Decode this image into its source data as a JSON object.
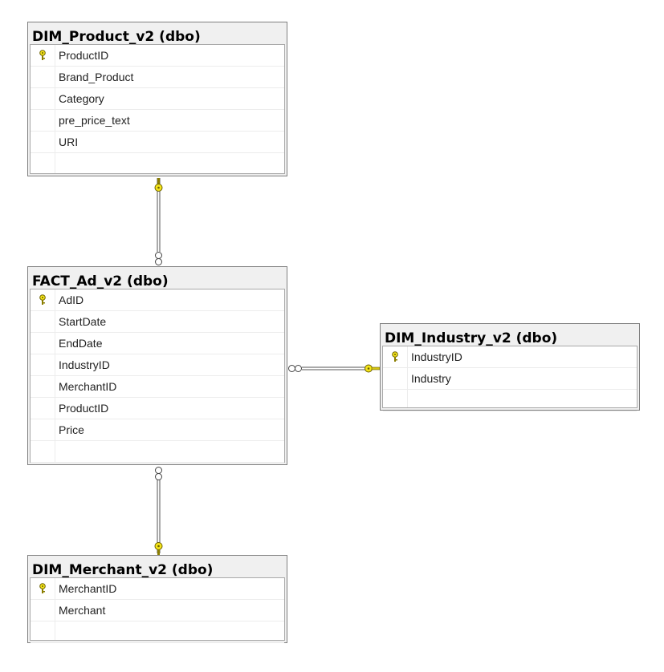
{
  "diagram": {
    "key_color": "#f5e51a",
    "tables": [
      {
        "id": "dim-product",
        "title": "DIM_Product_v2 (dbo)",
        "columns": [
          {
            "name": "ProductID",
            "primary_key": true
          },
          {
            "name": "Brand_Product",
            "primary_key": false
          },
          {
            "name": "Category",
            "primary_key": false
          },
          {
            "name": "pre_price_text",
            "primary_key": false
          },
          {
            "name": "URI",
            "primary_key": false
          }
        ]
      },
      {
        "id": "fact-ad",
        "title": "FACT_Ad_v2 (dbo)",
        "columns": [
          {
            "name": "AdID",
            "primary_key": true
          },
          {
            "name": "StartDate",
            "primary_key": false
          },
          {
            "name": "EndDate",
            "primary_key": false
          },
          {
            "name": "IndustryID",
            "primary_key": false
          },
          {
            "name": "MerchantID",
            "primary_key": false
          },
          {
            "name": "ProductID",
            "primary_key": false
          },
          {
            "name": "Price",
            "primary_key": false
          }
        ]
      },
      {
        "id": "dim-industry",
        "title": "DIM_Industry_v2 (dbo)",
        "columns": [
          {
            "name": "IndustryID",
            "primary_key": true
          },
          {
            "name": "Industry",
            "primary_key": false
          }
        ]
      },
      {
        "id": "dim-merchant",
        "title": "DIM_Merchant_v2 (dbo)",
        "columns": [
          {
            "name": "MerchantID",
            "primary_key": true
          },
          {
            "name": "Merchant",
            "primary_key": false
          }
        ]
      }
    ],
    "relationships": [
      {
        "one": "dim-product",
        "many": "fact-ad"
      },
      {
        "one": "dim-industry",
        "many": "fact-ad"
      },
      {
        "one": "dim-merchant",
        "many": "fact-ad"
      }
    ]
  }
}
